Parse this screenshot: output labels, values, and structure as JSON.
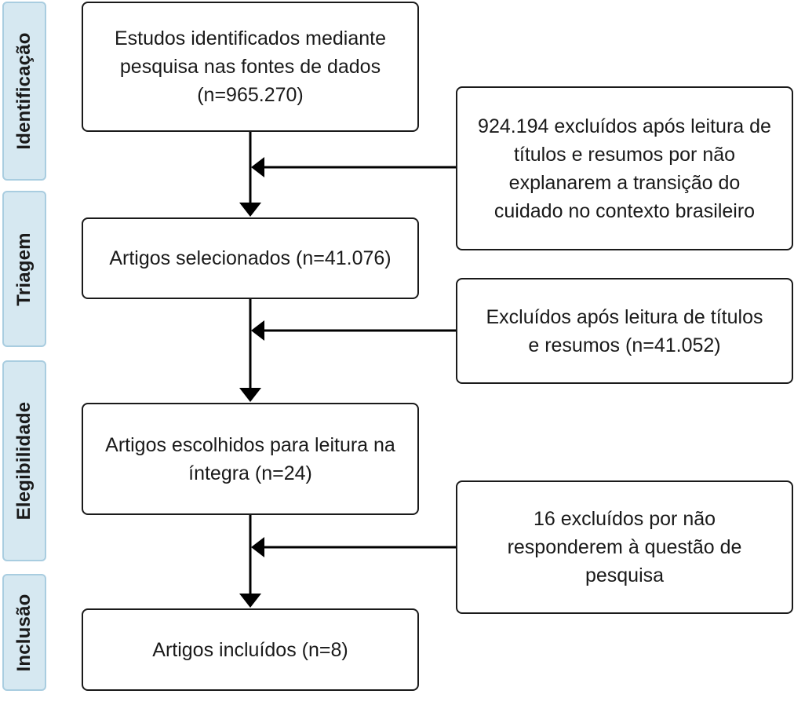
{
  "phases": [
    {
      "label": "Identificação"
    },
    {
      "label": "Triagem"
    },
    {
      "label": "Elegibilidade"
    },
    {
      "label": "Inclusão"
    }
  ],
  "main_boxes": [
    {
      "lines": [
        "Estudos identificados mediante",
        "pesquisa nas fontes de dados",
        "(n=965.270)"
      ]
    },
    {
      "lines": [
        "Artigos selecionados (n=41.076)"
      ]
    },
    {
      "lines": [
        "Artigos escolhidos para leitura na",
        "íntegra (n=24)"
      ]
    },
    {
      "lines": [
        "Artigos incluídos (n=8)"
      ]
    }
  ],
  "exclusion_boxes": [
    {
      "lines": [
        "924.194 excluídos após leitura de",
        "títulos e resumos por não",
        "explanarem a transição do",
        "cuidado no contexto brasileiro"
      ]
    },
    {
      "lines": [
        "Excluídos após leitura de títulos",
        "e resumos (n=41.052)"
      ]
    },
    {
      "lines": [
        "16 excluídos por não",
        "responderem à questão de",
        "pesquisa"
      ]
    }
  ],
  "colors": {
    "phase_fill": "#d6e8f1",
    "phase_border": "#a9cde0",
    "box_border": "#1a1a1a",
    "arrow": "#000000"
  }
}
